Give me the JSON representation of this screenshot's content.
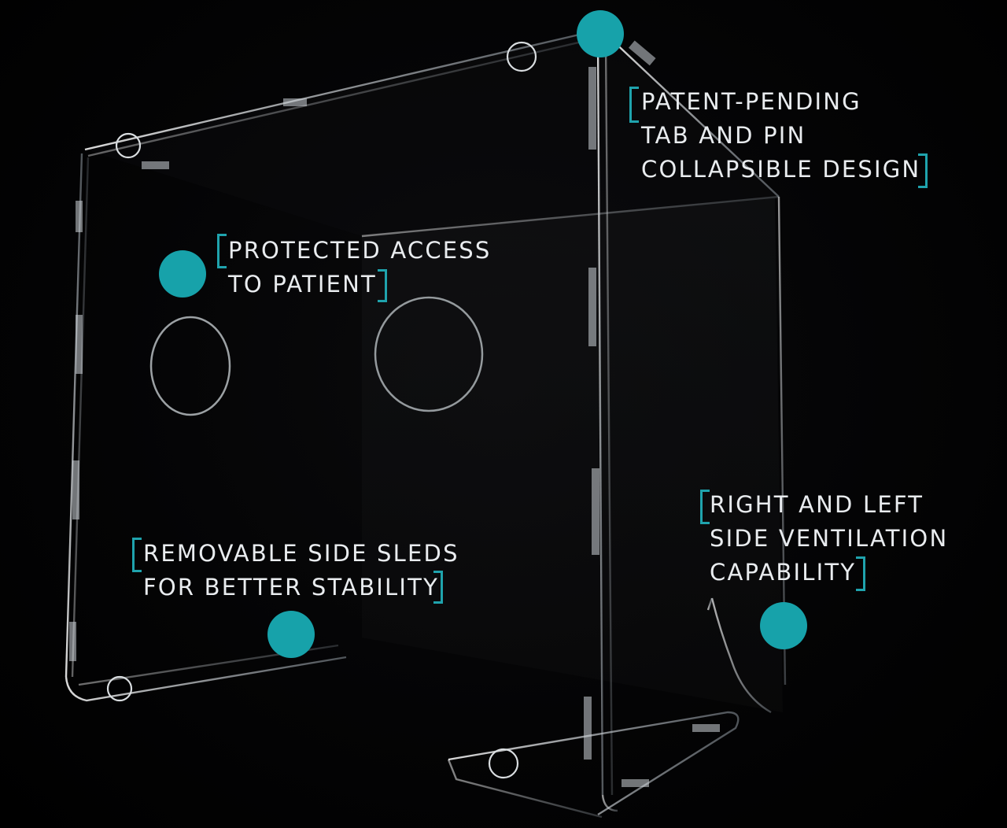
{
  "colors": {
    "background": "#000000",
    "accent": "#17a2aa",
    "text": "#e9ecef"
  },
  "callouts": {
    "patent": {
      "lines": [
        "PATENT-PENDING",
        "TAB AND PIN",
        "COLLAPSIBLE DESIGN"
      ]
    },
    "access": {
      "lines": [
        "PROTECTED ACCESS",
        "TO PATIENT"
      ]
    },
    "sleds": {
      "lines": [
        "REMOVABLE SIDE SLEDS",
        "FOR BETTER STABILITY"
      ]
    },
    "ventilation": {
      "lines": [
        "RIGHT AND LEFT",
        "SIDE VENTILATION",
        "CAPABILITY"
      ]
    }
  }
}
